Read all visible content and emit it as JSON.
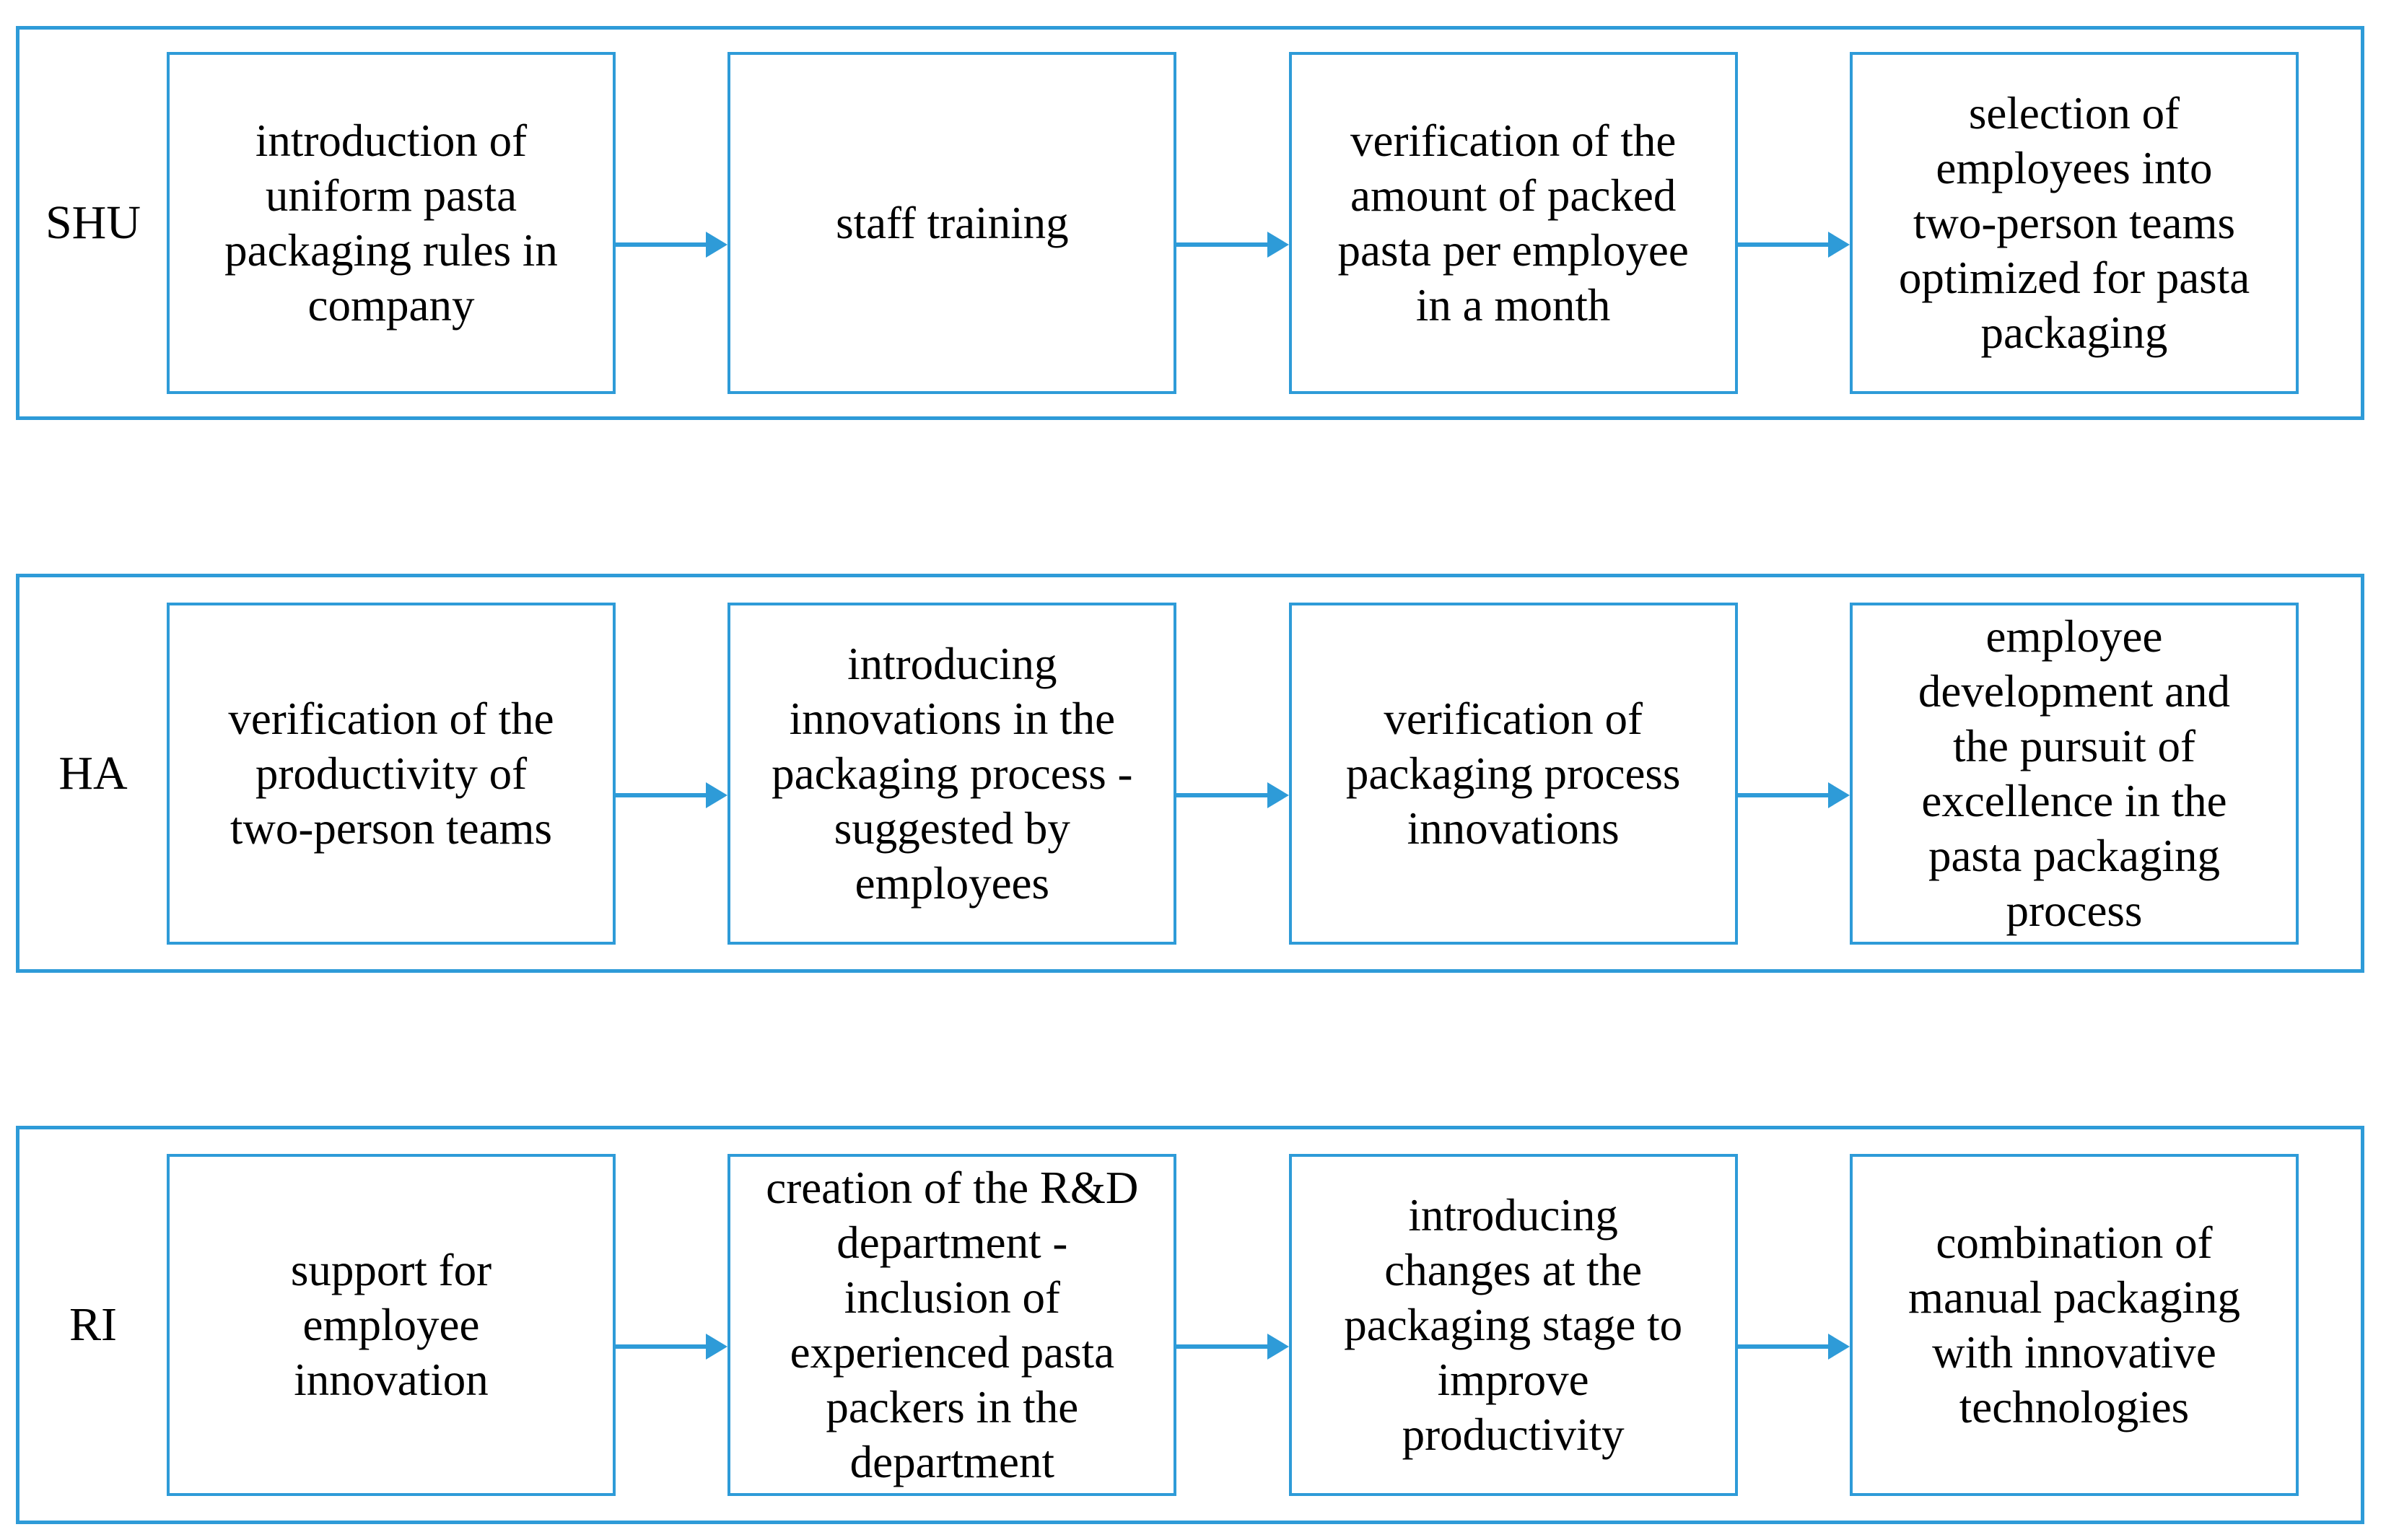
{
  "figure": {
    "type": "flowchart",
    "colors": {
      "accent": "#2E9BD8",
      "text": "#000000",
      "background": "#FFFFFF"
    },
    "rows": [
      {
        "label": "SHU",
        "boxes": [
          "introduction of\nuniform pasta\npackaging rules in\ncompany",
          "staff training",
          "verification of the\namount of packed\npasta per employee\nin a month",
          "selection of\nemployees into\ntwo-person teams\noptimized for pasta\npackaging"
        ]
      },
      {
        "label": "HA",
        "boxes": [
          "verification of the\nproductivity of\ntwo-person teams",
          "introducing\ninnovations in the\npackaging process -\nsuggested by\nemployees",
          "verification of\npackaging process\ninnovations",
          "employee\ndevelopment and\nthe pursuit of\nexcellence in the\npasta packaging\nprocess"
        ]
      },
      {
        "label": "RI",
        "boxes": [
          "support for\nemployee\ninnovation",
          "creation of the R&D\ndepartment -\ninclusion of\nexperienced pasta\npackers in the\ndepartment",
          "introducing\nchanges at the\npackaging stage to\nimprove\nproductivity",
          "combination of\nmanual packaging\nwith innovative\ntechnologies"
        ]
      }
    ]
  }
}
